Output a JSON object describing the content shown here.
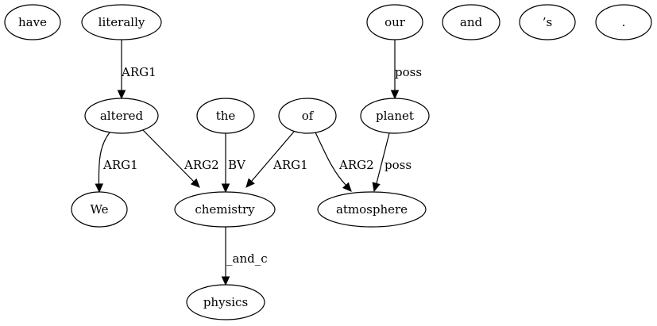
{
  "nodes": [
    {
      "id": "have",
      "label": "have"
    },
    {
      "id": "literally",
      "label": "literally"
    },
    {
      "id": "our",
      "label": "our"
    },
    {
      "id": "and",
      "label": "and"
    },
    {
      "id": "s",
      "label": "’s"
    },
    {
      "id": "period",
      "label": "."
    },
    {
      "id": "altered",
      "label": "altered"
    },
    {
      "id": "the",
      "label": "the"
    },
    {
      "id": "of",
      "label": "of"
    },
    {
      "id": "planet",
      "label": "planet"
    },
    {
      "id": "We",
      "label": "We"
    },
    {
      "id": "chemistry",
      "label": "chemistry"
    },
    {
      "id": "atmosphere",
      "label": "atmosphere"
    },
    {
      "id": "physics",
      "label": "physics"
    }
  ],
  "edges": [
    {
      "id": "literally-altered",
      "from": "literally",
      "to": "altered",
      "label": "ARG1"
    },
    {
      "id": "our-planet",
      "from": "our",
      "to": "planet",
      "label": "poss"
    },
    {
      "id": "altered-We",
      "from": "altered",
      "to": "We",
      "label": "ARG1"
    },
    {
      "id": "altered-chemistry",
      "from": "altered",
      "to": "chemistry",
      "label": "ARG2"
    },
    {
      "id": "the-chemistry",
      "from": "the",
      "to": "chemistry",
      "label": "BV"
    },
    {
      "id": "of-chemistry",
      "from": "of",
      "to": "chemistry",
      "label": "ARG1"
    },
    {
      "id": "of-atmosphere",
      "from": "of",
      "to": "atmosphere",
      "label": "ARG2"
    },
    {
      "id": "planet-atmosphere",
      "from": "planet",
      "to": "atmosphere",
      "label": "poss"
    },
    {
      "id": "chemistry-physics",
      "from": "chemistry",
      "to": "physics",
      "label": "_and_c"
    }
  ]
}
